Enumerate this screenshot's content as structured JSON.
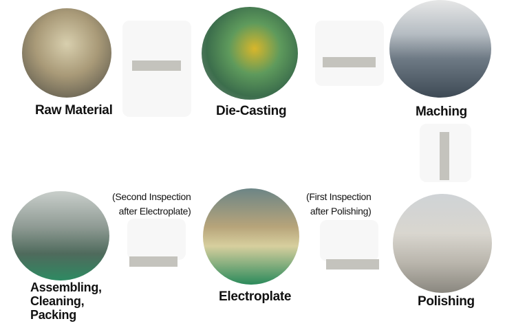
{
  "steps": [
    {
      "label": "Raw Material"
    },
    {
      "label": "Die-Casting"
    },
    {
      "label": "Maching"
    },
    {
      "label": "Polishing"
    },
    {
      "label": "Electroplate"
    },
    {
      "label": "Assembling,\nCleaning,\nPacking"
    }
  ],
  "notes": {
    "first": "(First Inspection\nafter Polishing)",
    "second": "(Second Inspection\nafter Electroplate)"
  },
  "colors": {
    "arrow": "#c4c3bd"
  }
}
